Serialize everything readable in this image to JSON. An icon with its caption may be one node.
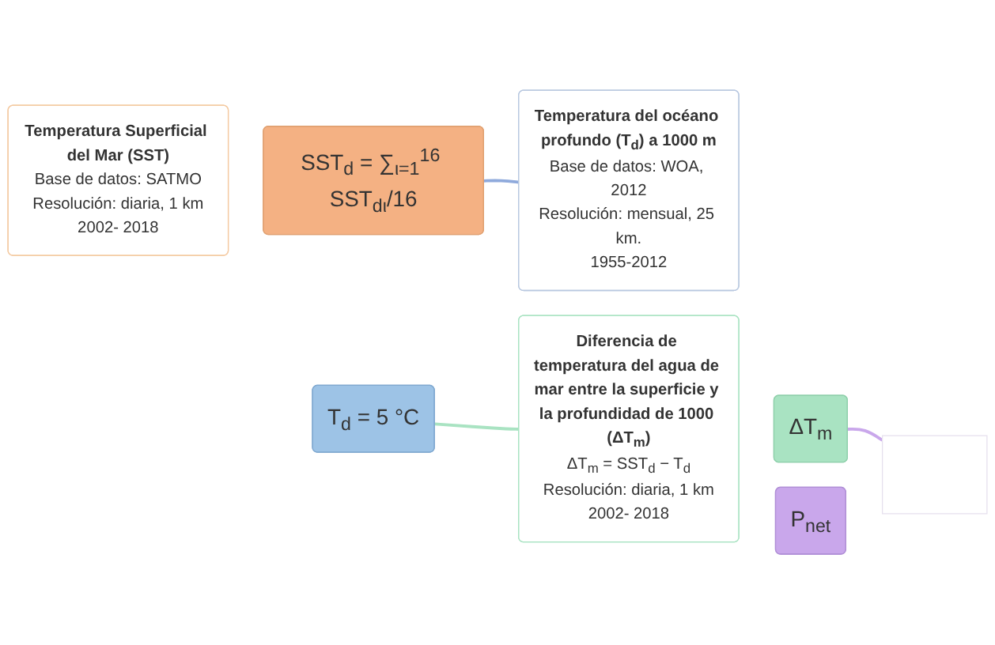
{
  "diagram": {
    "nodes": [
      {
        "text": [
          "Temperatura Superficial del Mar (SST)",
          "Base de datos: SATMO",
          "Resolución: diaria, 1 km",
          "2002- 2018"
        ]
      },
      {
        "text": [
          "SST$_{d}$ = ∑$_{ι=1}$$^{16}$ SST$_{dι}$/16"
        ]
      },
      {
        "text": [
          "T$_{d}$ = 5 °C"
        ]
      },
      {
        "text": [
          "Temperatura del océano profundo (T$_{d}$) a 1000 m",
          "Base de datos: WOA, 2012",
          "Resolución: mensual, 25 km.",
          "1955-2012"
        ]
      },
      {
        "text": [
          "Diferencia de temperatura del agua de mar entre la superficie y la profundidad de 1000 (ΔT$_{m}$)",
          "ΔT$_{m}$ = SST$_{d}$ − T$_{d}$",
          "Resolución: diaria, 1 km",
          "2002- 2018"
        ]
      },
      {
        "text": [
          "ΔT$_{m}$"
        ]
      },
      {
        "text": [],
        "shape": "box"
      },
      {
        "text": [
          "P$_{net}$"
        ]
      }
    ],
    "edges": [
      {
        "from": 1,
        "to": 3,
        "arrow": "none",
        "color": "#8faadc"
      },
      {
        "from": 2,
        "to": 4,
        "arrow": "none",
        "color": "#a9e3c2"
      },
      {
        "from": 5,
        "to": 6,
        "arrow": "none",
        "color": "#c9a7eb"
      }
    ]
  }
}
